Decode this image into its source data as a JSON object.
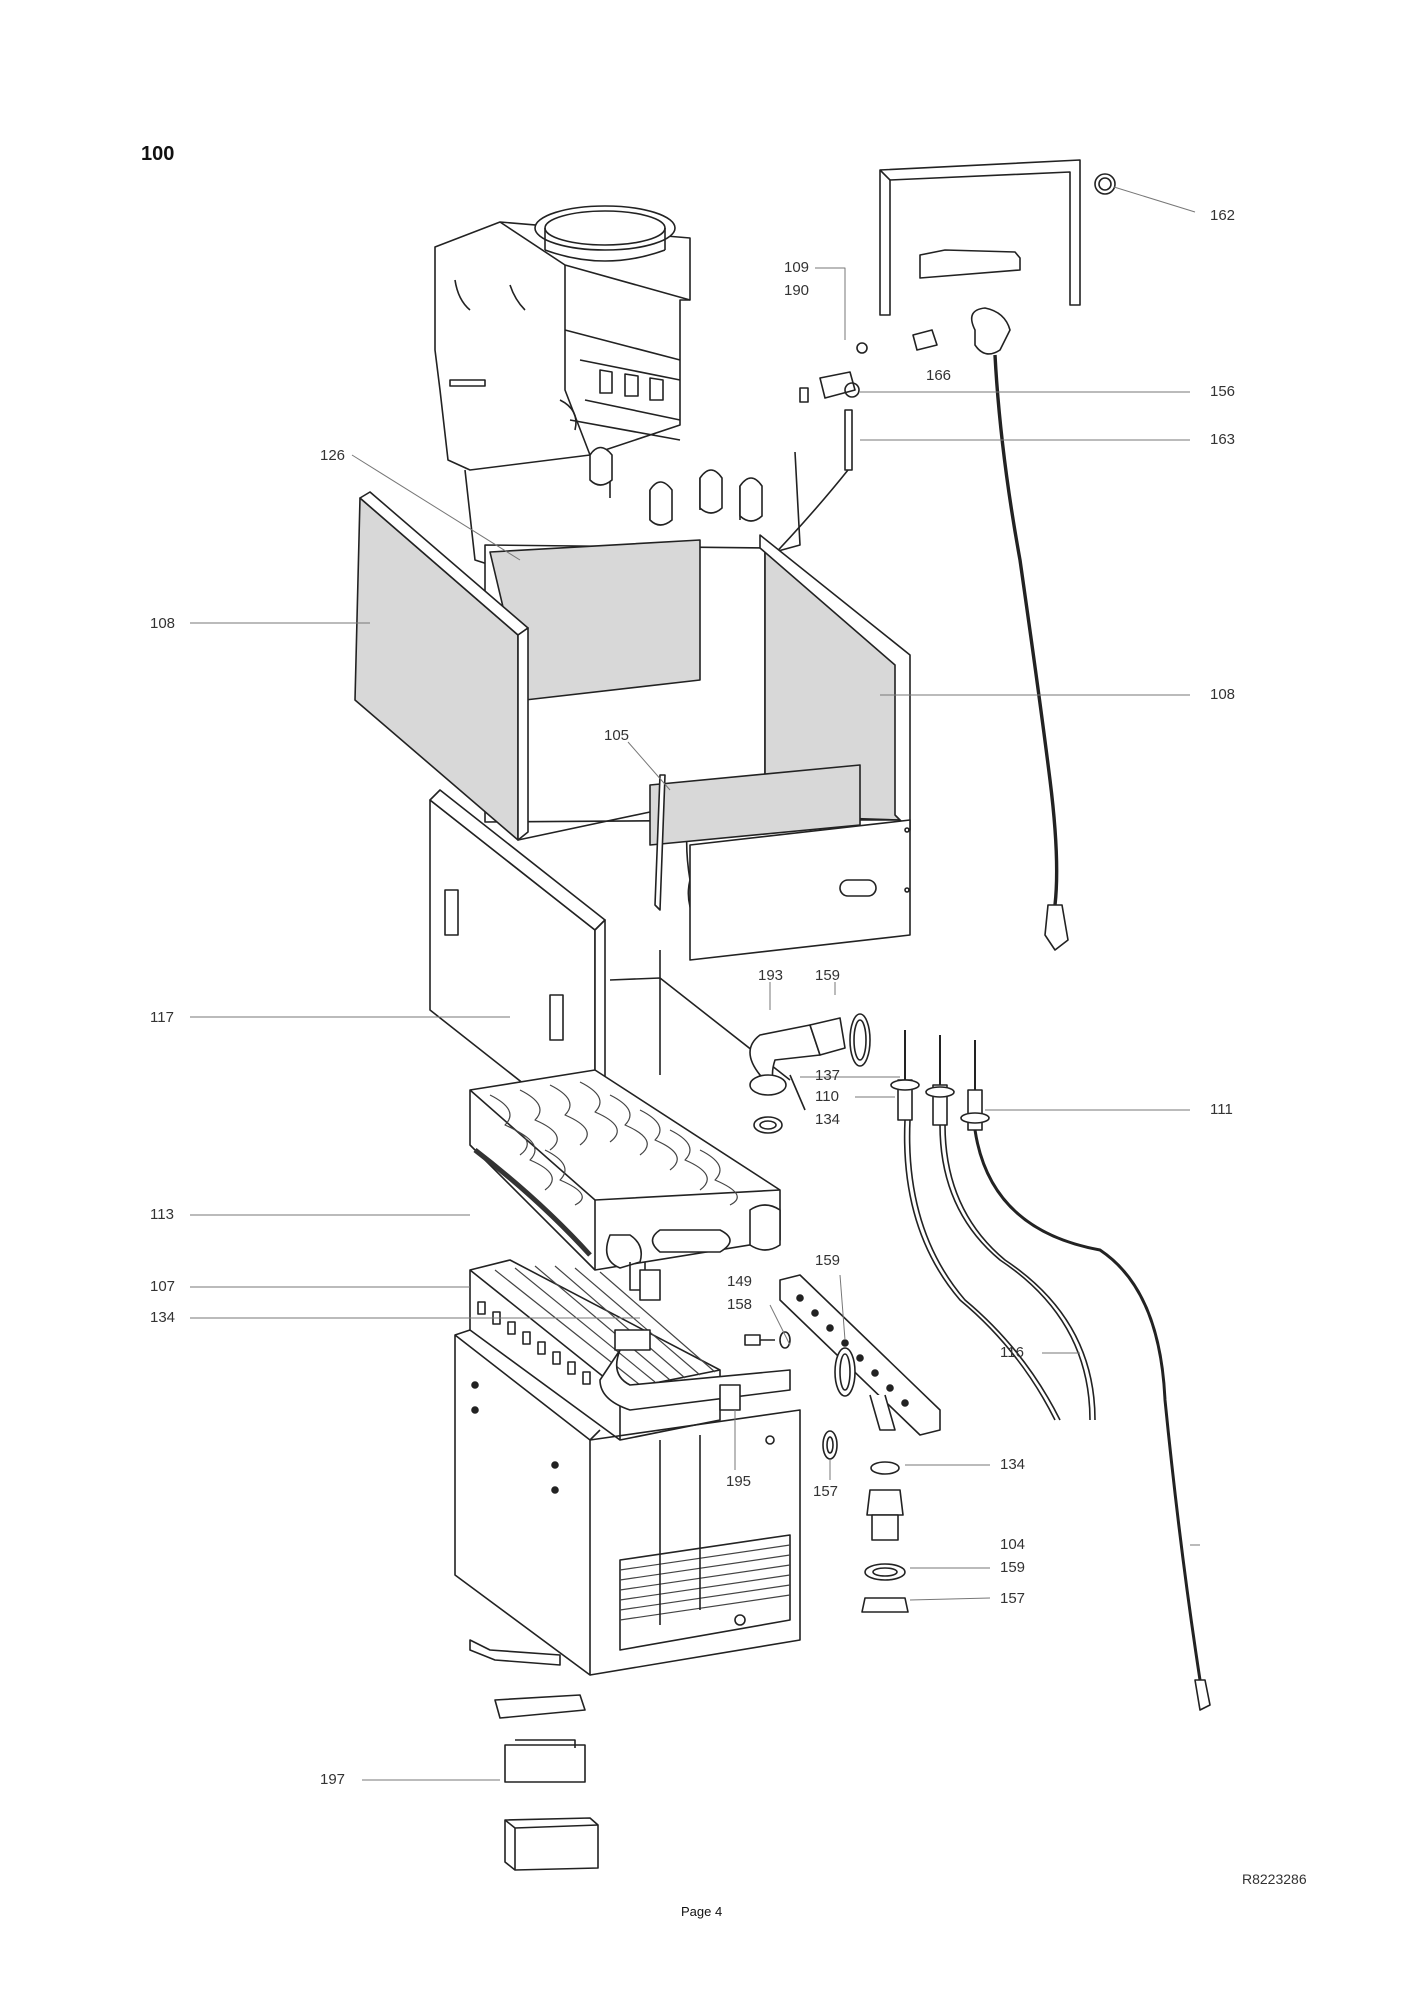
{
  "figure": {
    "number": "100",
    "reference": "R8223286",
    "page_label": "Page 4"
  },
  "callouts": [
    "162",
    "109",
    "190",
    "166",
    "156",
    "163",
    "126",
    "108",
    "108",
    "105",
    "117",
    "193",
    "159",
    "137",
    "110",
    "134",
    "111",
    "113",
    "107",
    "134",
    "149",
    "158",
    "159",
    "116",
    "134",
    "195",
    "157",
    "104",
    "159",
    "157",
    "197"
  ]
}
